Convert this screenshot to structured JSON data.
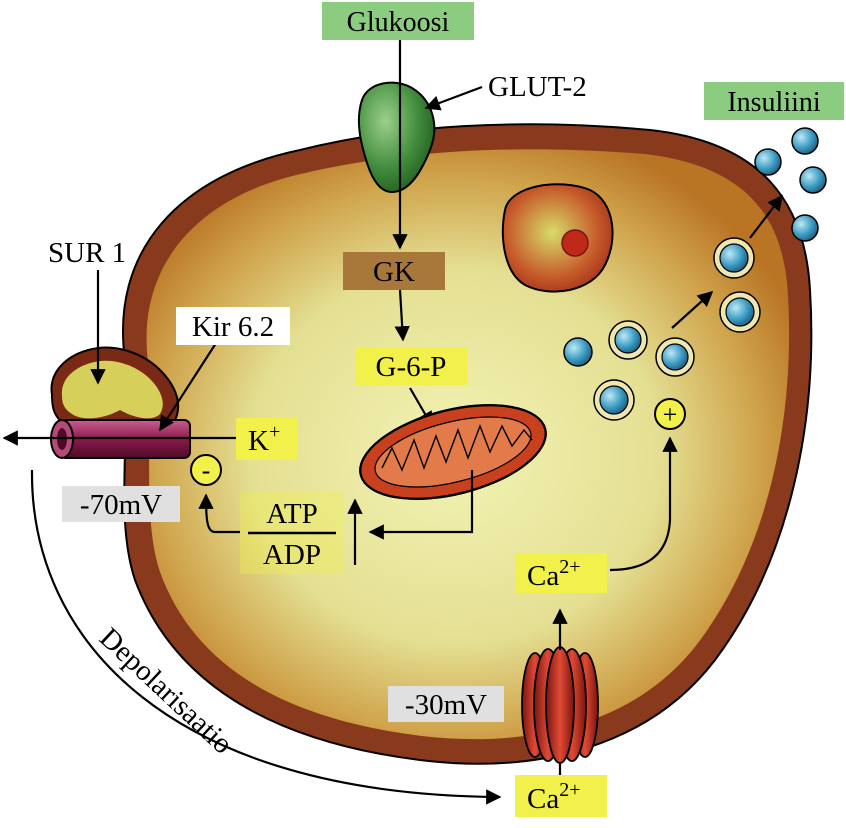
{
  "labels": {
    "glucose": "Glukoosi",
    "glut2": "GLUT-2",
    "insulin": "Insuliini",
    "gk": "GK",
    "g6p": "G-6-P",
    "sur1": "SUR 1",
    "kir": "Kir 6.2",
    "k_base": "K",
    "k_sup": "+",
    "minus": "-",
    "plus": "+",
    "v_rest": "-70mV",
    "v_dep": "-30mV",
    "atp": "ATP",
    "adp": "ADP",
    "ca_base": "Ca",
    "ca_sup": "2+",
    "depolarization": "Depolarisaatio"
  },
  "colors": {
    "membrane": "#8a3a1c",
    "cytoplasm_outer": "#c68a2e",
    "cytoplasm_inner": "#eef0a8",
    "label_green": "#8ccc80",
    "label_yellow": "#f2f04a",
    "label_brown": "#a8783a",
    "label_grey": "#e0e0e0",
    "glut2": "#3f8a3a",
    "channel_red": "#c42a1e",
    "kir_purple": "#8a1a4c",
    "granule": "#3a9ec8",
    "mitochondrion": "#c8401e"
  },
  "icons": [
    "glut2-transporter",
    "katp-channel",
    "calcium-channel",
    "mitochondrion",
    "nucleus",
    "insulin-granule"
  ]
}
